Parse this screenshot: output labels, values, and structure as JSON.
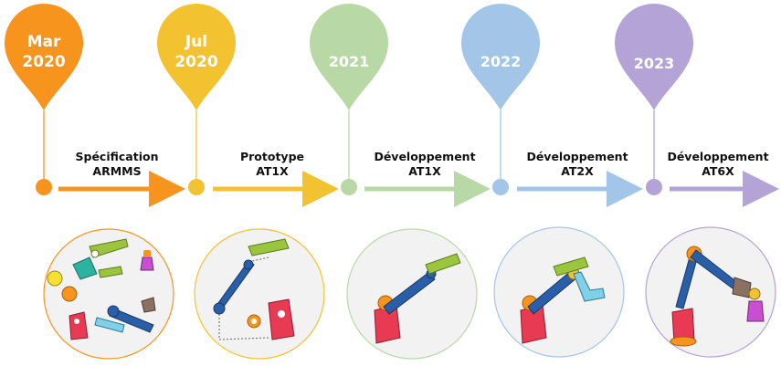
{
  "milestones": [
    {
      "date_line1": "Mar",
      "date_line2": "2020",
      "color": "#F7941D",
      "label_line1": "Spécification",
      "label_line2": "ARMMS"
    },
    {
      "date_line1": "Jul",
      "date_line2": "2020",
      "color": "#F2C230",
      "label_line1": "Prototype",
      "label_line2": "AT1X"
    },
    {
      "date_line1": "",
      "date_line2": "2021",
      "color": "#B8D9A6",
      "label_line1": "Développement",
      "label_line2": "AT1X"
    },
    {
      "date_line1": "",
      "date_line2": "2022",
      "color": "#A3C6E8",
      "label_line1": "Développement",
      "label_line2": "AT2X"
    },
    {
      "date_line1": "",
      "date_line2": "2023",
      "color": "#B3A3D6",
      "label_line1": "Développement",
      "label_line2": "AT6X"
    }
  ],
  "illustrations": [
    {
      "icon": "robot-arm-parts-exploded-icon"
    },
    {
      "icon": "robot-arm-prototype-assembly-icon"
    },
    {
      "icon": "robot-arm-at1x-icon"
    },
    {
      "icon": "robot-arm-at2x-icon"
    },
    {
      "icon": "robot-arm-at6x-icon"
    }
  ]
}
